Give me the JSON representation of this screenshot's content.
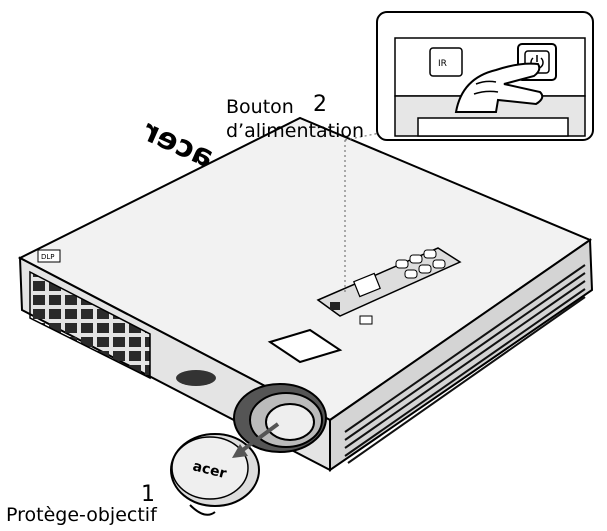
{
  "labels": {
    "power_line1": "Bouton",
    "power_line2": "d’alimentation",
    "power_number": "2",
    "cap_number": "1",
    "cap_label": "Protège-objectif"
  },
  "device_text": {
    "brand": "acer",
    "ir": "IR",
    "dlp": "DLP"
  }
}
